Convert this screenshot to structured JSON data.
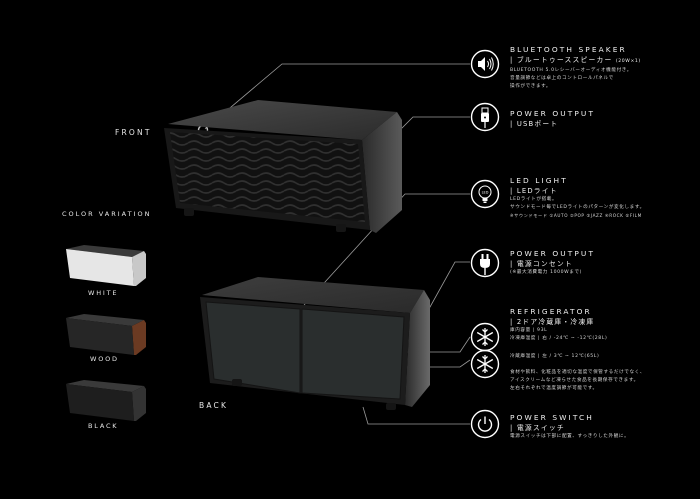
{
  "views": {
    "front_label": "FRONT",
    "back_label": "BACK"
  },
  "color_variation": {
    "title": "COLOR VARIATION",
    "items": [
      {
        "label": "WHITE",
        "body_color": "#e6e6e6",
        "top_color": "#3a3a3a"
      },
      {
        "label": "WOOD",
        "body_color": "#262626",
        "side_color": "#6b3a22"
      },
      {
        "label": "BLACK",
        "body_color": "#222222"
      }
    ]
  },
  "features": [
    {
      "icon": "speaker-icon",
      "title": "BLUETOOTH SPEAKER",
      "subtitle": "| ブルートゥーススピーカー",
      "subtitle_note": "(20W×1)",
      "desc": [
        "BLUETOOTH 5.0レシーバーオーディオ機能付き。",
        "音量調節などは卓上のコントロールパネルで",
        "操作ができます。"
      ]
    },
    {
      "icon": "usb-icon",
      "title": "POWER OUTPUT",
      "subtitle": "| USBポート",
      "desc": []
    },
    {
      "icon": "led-bulb-icon",
      "title": "LED LIGHT",
      "subtitle": "| LEDライト",
      "desc": [
        "LEDライトが搭載。",
        "サウンドモード毎でLEDライトのパターンが変化します。",
        "※サウンドモード ①AUTO ②POP ③JAZZ ④ROCK ⑤FILM"
      ]
    },
    {
      "icon": "power-plug-icon",
      "title": "POWER OUTPUT",
      "subtitle": "| 電源コンセント",
      "desc": [
        "(※最大消費電力 1000Wまで)"
      ]
    },
    {
      "icon": "snowflake-icon",
      "title": "REFRIGERATOR",
      "subtitle": "| 2ドア冷蔵庫・冷凍庫",
      "desc": [
        "庫内容量 | 93L",
        "冷凍庫温度 | 右 / -24℃ ~ -12℃(28L)",
        "",
        "冷蔵庫温度 | 左 / 3℃ ~ 12℃(65L)",
        "",
        "食材や飲料、化粧品を適切な温度で保管するだけでなく、",
        "アイスクリームなど凍らせた食品を長期保存できます。",
        "左右それぞれで温度調節が可能です。"
      ]
    },
    {
      "icon": "power-switch-icon",
      "title": "POWER SWITCH",
      "subtitle": "| 電源スイッチ",
      "desc": [
        "電源スイッチは下部に配置、すっきりした外観に。"
      ]
    }
  ],
  "colors": {
    "background": "#000000",
    "line": "#9a9a9a",
    "text": "#f0f0f0"
  }
}
